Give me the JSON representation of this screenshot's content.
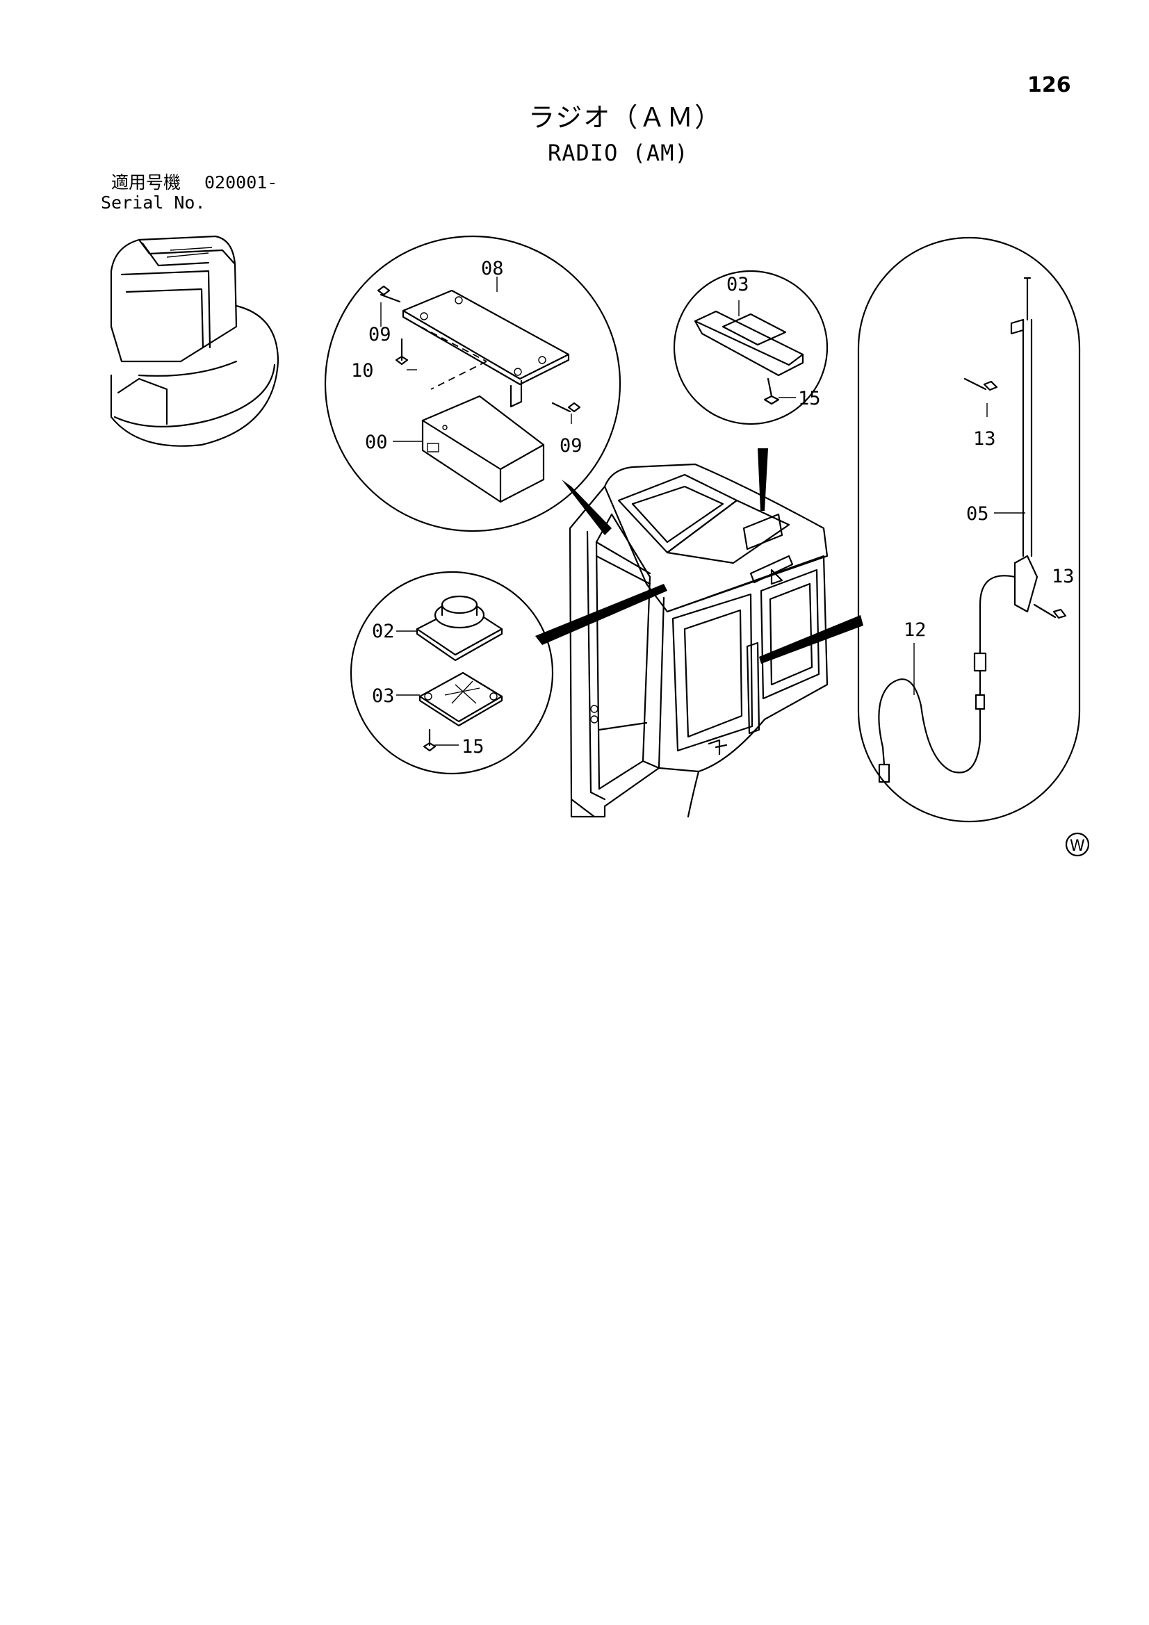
{
  "page_number": "126",
  "title_jp": "ラジオ（ＡＭ）",
  "title_en": "RADIO (AM)",
  "serial_jp_label": "適用号機",
  "serial_value": "020001-",
  "serial_en_label": "Serial No.",
  "callouts": {
    "radio_bracket": "08",
    "radio_screw_top": "09",
    "radio_screw_right": "09",
    "radio_bolt": "10",
    "radio_unit": "00",
    "roof_cover": "03",
    "roof_screw": "15",
    "speaker": "02",
    "speaker_cover": "03",
    "speaker_screw": "15",
    "antenna_screw_top": "13",
    "antenna": "05",
    "antenna_screw_bottom": "13",
    "antenna_cable": "12"
  },
  "marker_symbol": "W"
}
